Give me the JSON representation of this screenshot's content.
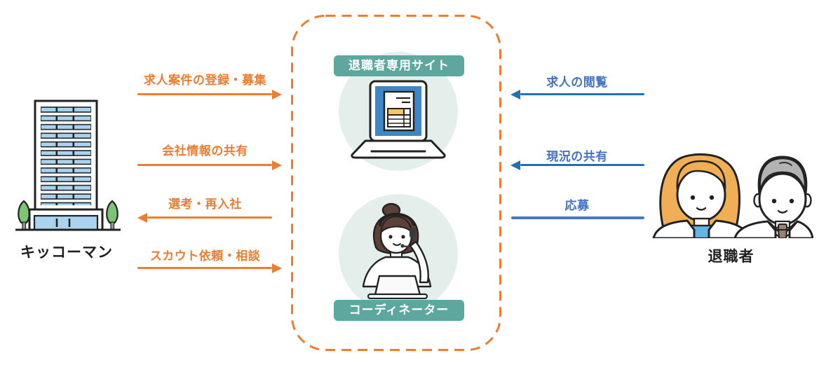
{
  "entities": {
    "company": {
      "label": "キッコーマン",
      "icon": "office-building-icon"
    },
    "retirees": {
      "label": "退職者",
      "icon": "retirees-icon"
    }
  },
  "hub": {
    "site_badge": "退職者専用サイト",
    "coordinator_badge": "コーディネーター",
    "site_icon": "laptop-site-icon",
    "coordinator_icon": "coordinator-headset-icon"
  },
  "company_flows": [
    {
      "label": "求人案件の登録・募集",
      "direction": "right",
      "arrowhead": true
    },
    {
      "label": "会社情報の共有",
      "direction": "right",
      "arrowhead": true
    },
    {
      "label": "選考・再入社",
      "direction": "left",
      "arrowhead": true
    },
    {
      "label": "スカウト依頼・相談",
      "direction": "right",
      "arrowhead": true
    }
  ],
  "retiree_flows": [
    {
      "label": "求人の閲覧",
      "direction": "left",
      "arrowhead": true
    },
    {
      "label": "現況の共有",
      "direction": "left",
      "arrowhead": true
    },
    {
      "label": "応募",
      "direction": "left",
      "arrowhead": false
    }
  ],
  "colors": {
    "company_flow": "#ED7D31",
    "company_flow_text": "#ED7D31",
    "retiree_flow_arrow": "#2171B5",
    "retiree_flow_text": "#4472C4",
    "hub_border": "#ED7D31",
    "hub_badge_bg": "#5EA79E",
    "hub_circle_bg": "#E4EEEB",
    "entity_text": "#1F1F1F"
  }
}
